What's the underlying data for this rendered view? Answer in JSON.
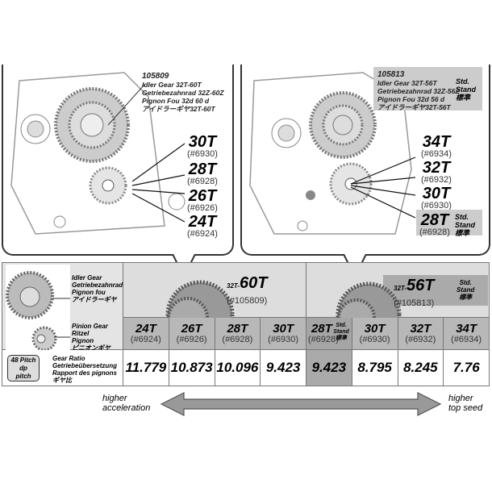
{
  "left_panel": {
    "part_no": "105809",
    "desc": [
      "Idler Gear 32T-60T",
      "Getriebezahnrad 32Z-60Z",
      "Pignon Fou 32d 60 d",
      "アイドラーギヤ32T-60T"
    ],
    "pinions": [
      {
        "teeth": "30T",
        "part": "(#6930)"
      },
      {
        "teeth": "28T",
        "part": "(#6928)"
      },
      {
        "teeth": "26T",
        "part": "(#6926)"
      },
      {
        "teeth": "24T",
        "part": "(#6924)"
      }
    ]
  },
  "right_panel": {
    "part_no": "105813",
    "desc": [
      "Idler Gear 32T-56T",
      "Getriebezahnrad 32Z-56Z",
      "Pignon Fou 32d 56 d",
      "アイドラーギヤ32T-56T"
    ],
    "std": [
      "Std.",
      "Stand",
      "標準"
    ],
    "pinions": [
      {
        "teeth": "34T",
        "part": "(#6934)"
      },
      {
        "teeth": "32T",
        "part": "(#6932)"
      },
      {
        "teeth": "30T",
        "part": "(#6930)"
      },
      {
        "teeth": "28T",
        "part": "(#6928)",
        "std": [
          "Std.",
          "Stand",
          "標準"
        ]
      }
    ]
  },
  "table": {
    "idler_label": [
      "Idler Gear",
      "Getriebezahnrad",
      "Pignon fou",
      "アイドラーギヤ"
    ],
    "pinion_label": [
      "Pinion Gear",
      "Ritzel",
      "Pignon",
      "ピニオンギヤ"
    ],
    "pitch_badge": [
      "48 Pitch",
      "dp",
      "pitch"
    ],
    "ratio_label": [
      "Gear Ratio",
      "Getriebeübersetzung",
      "Rapport des pignons",
      "ギヤ比"
    ],
    "idler_a": {
      "prefix": "32T-",
      "teeth": "60T",
      "part": "(#105809)"
    },
    "idler_b": {
      "prefix": "32T-",
      "teeth": "56T",
      "part": "(#105813)",
      "std": [
        "Std.",
        "Stand",
        "標準"
      ]
    },
    "columns": [
      {
        "teeth": "24T",
        "part": "(#6924)",
        "ratio": "11.779"
      },
      {
        "teeth": "26T",
        "part": "(#6926)",
        "ratio": "10.873"
      },
      {
        "teeth": "28T",
        "part": "(#6928)",
        "ratio": "10.096"
      },
      {
        "teeth": "30T",
        "part": "(#6930)",
        "ratio": "9.423"
      },
      {
        "teeth": "28T",
        "part": "(#6928)",
        "ratio": "9.423",
        "std": [
          "Std.",
          "Stand",
          "標準"
        ]
      },
      {
        "teeth": "30T",
        "part": "(#6930)",
        "ratio": "8.795"
      },
      {
        "teeth": "32T",
        "part": "(#6932)",
        "ratio": "8.245"
      },
      {
        "teeth": "34T",
        "part": "(#6934)",
        "ratio": "7.76"
      }
    ]
  },
  "arrow": {
    "left": [
      "higher",
      "acceleration"
    ],
    "right": [
      "higher",
      "top seed"
    ]
  }
}
